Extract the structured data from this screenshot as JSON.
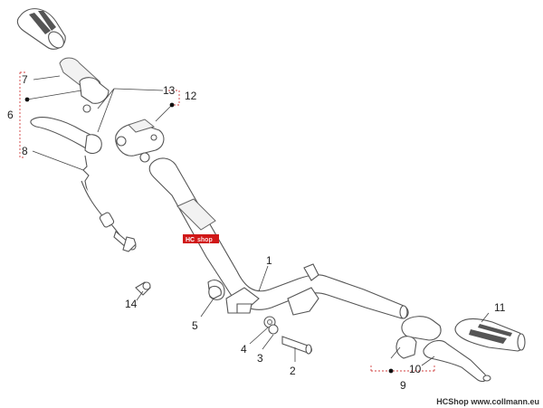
{
  "callouts": {
    "c1": "1",
    "c2": "2",
    "c3": "3",
    "c4": "4",
    "c5": "5",
    "c6": "6",
    "c7": "7",
    "c8": "8",
    "c9": "9",
    "c10": "10",
    "c11": "11",
    "c12": "12",
    "c13": "13",
    "c14": "14"
  },
  "watermark": {
    "left": "HC",
    "right": "shop",
    "color": "#d01818"
  },
  "footer": {
    "shop": "HCShop",
    "site": "www.collmann.eu"
  },
  "colors": {
    "line": "#555555",
    "bracket": "#d04040",
    "text": "#222222"
  }
}
